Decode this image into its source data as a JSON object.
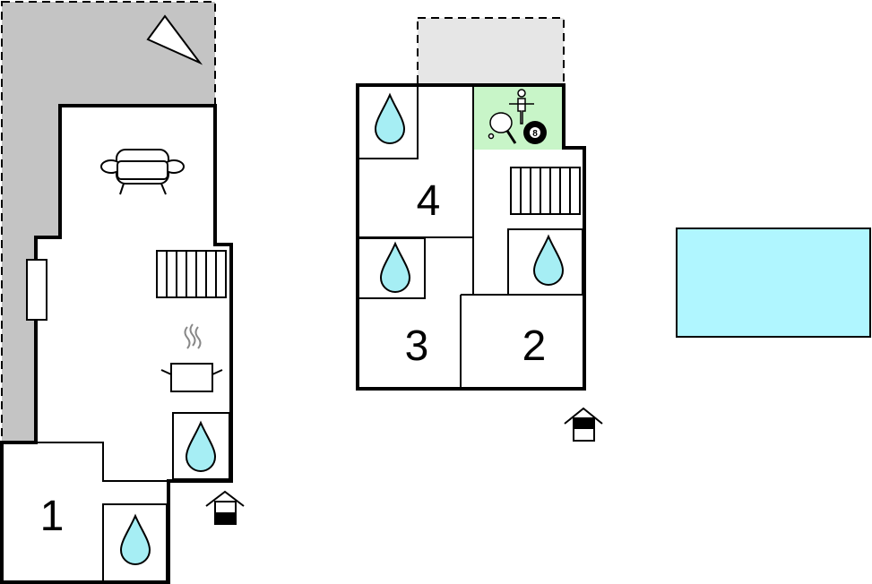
{
  "rooms": {
    "bedroom_1": "1",
    "bedroom_2": "2",
    "bedroom_3": "3",
    "bedroom_4": "4"
  },
  "eight_ball": "8",
  "colors": {
    "terrace": "#c4c4c4",
    "balcony": "#e6e6e6",
    "game_room": "#c8f5c8",
    "pool": "#b0f6ff",
    "water_drop": "#a6eef4"
  },
  "icons": [
    "north-arrow-icon",
    "sofa-icon",
    "stairs-icon",
    "cooking-pot-icon",
    "bathroom-drop-icon",
    "entrance-icon",
    "table-tennis-icon",
    "table-football-icon",
    "billiard-ball-icon"
  ]
}
